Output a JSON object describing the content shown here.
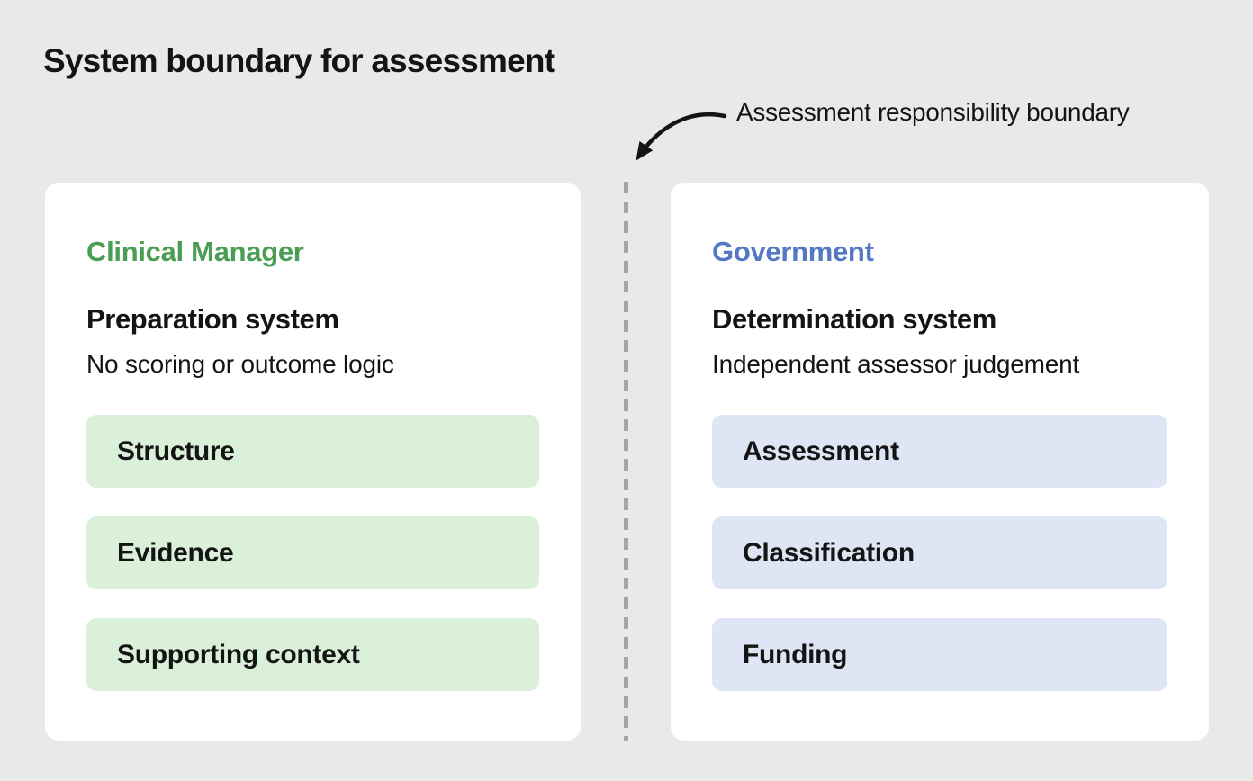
{
  "title": "System boundary for assessment",
  "annotation": {
    "label": "Assessment responsibility boundary"
  },
  "panels": [
    {
      "role": "Clinical Manager",
      "system": "Preparation system",
      "description": "No scoring or outcome logic",
      "items": [
        "Structure",
        "Evidence",
        "Supporting context"
      ]
    },
    {
      "role": "Government",
      "system": "Determination system",
      "description": "Independent assessor judgement",
      "items": [
        "Assessment",
        "Classification",
        "Funding"
      ]
    }
  ],
  "colors": {
    "background": "#e9e9e9",
    "card": "#ffffff",
    "text": "#141414",
    "divider": "#a5a5a5",
    "left_accent": "#4a9d54",
    "left_chip_bg": "#daf0d8",
    "right_accent": "#5478c1",
    "right_chip_bg": "#dee5f4"
  }
}
